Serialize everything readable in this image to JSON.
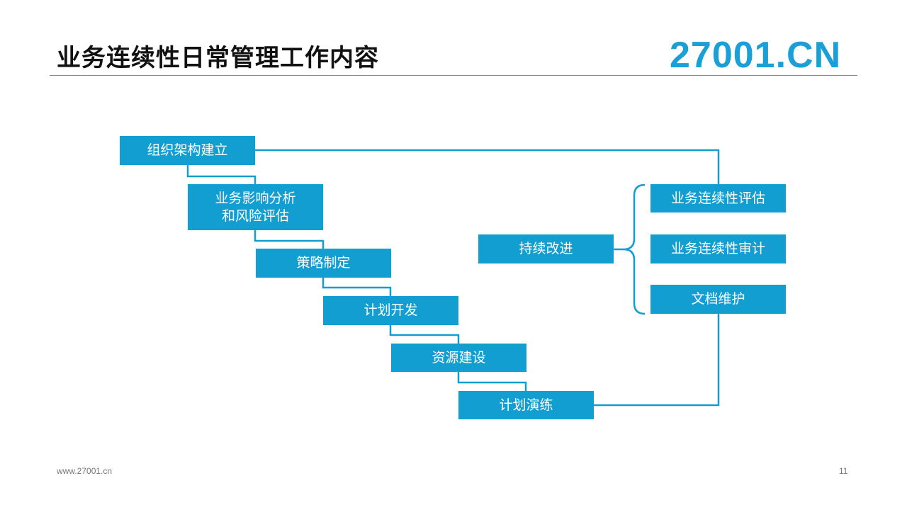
{
  "header": {
    "title": "业务连续性日常管理工作内容",
    "logo_text": "27001.CN"
  },
  "diagram": {
    "steps": [
      {
        "line1": "组织架构建立",
        "line2": ""
      },
      {
        "line1": "业务影响分析",
        "line2": "和风险评估"
      },
      {
        "line1": "策略制定",
        "line2": ""
      },
      {
        "line1": "计划开发",
        "line2": ""
      },
      {
        "line1": "资源建设",
        "line2": ""
      },
      {
        "line1": "计划演练",
        "line2": ""
      }
    ],
    "improvement": "持续改进",
    "improvement_items": [
      "业务连续性评估",
      "业务连续性审计",
      "文档维护"
    ]
  },
  "footer": {
    "url": "www.27001.cn",
    "page_number": "11"
  },
  "colors": {
    "box_fill": "#139ed1",
    "connector": "#139ed1",
    "logo": "#1a9fd6"
  }
}
